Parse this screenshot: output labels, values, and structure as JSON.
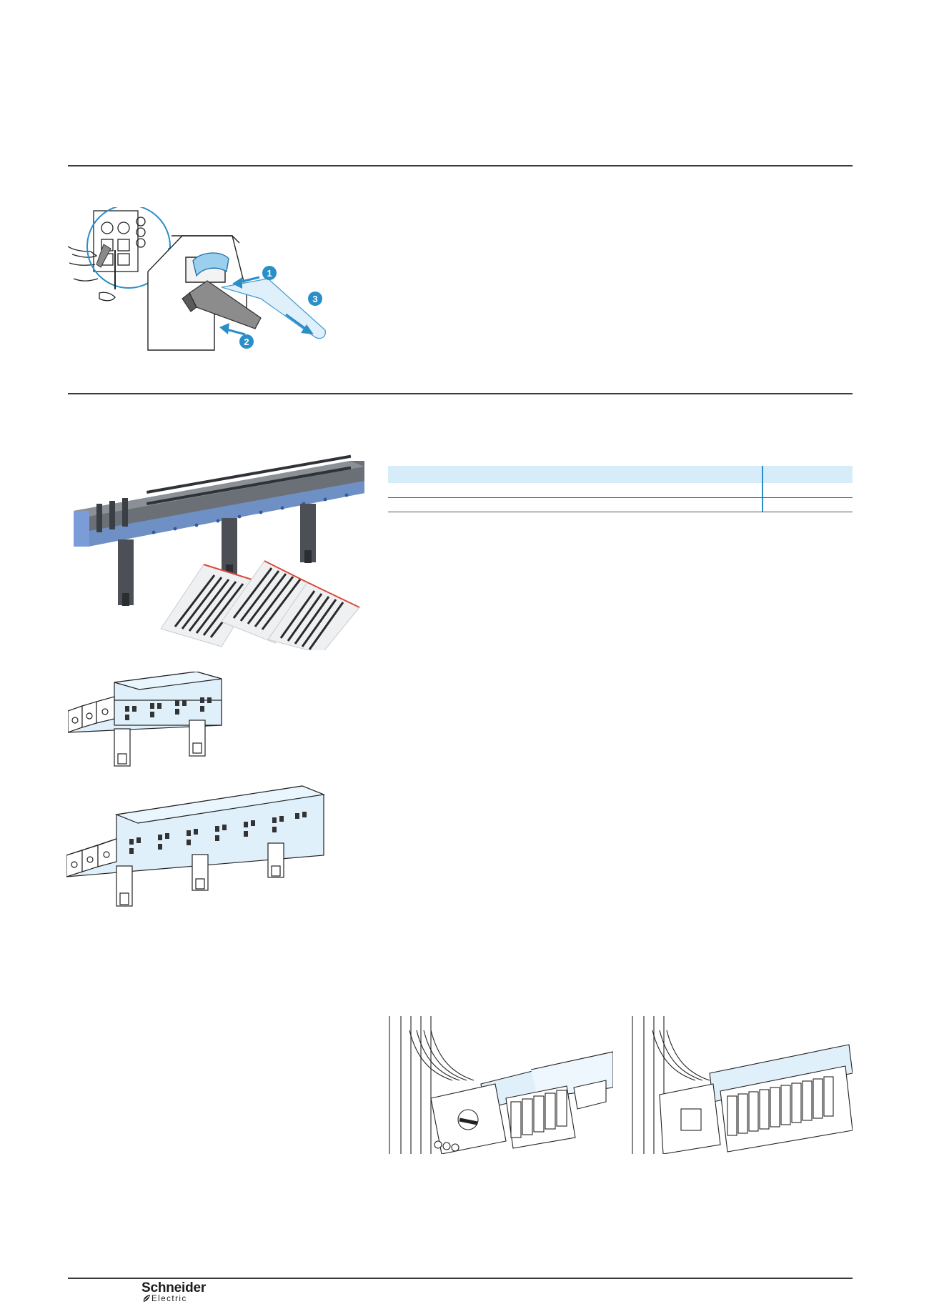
{
  "brand": {
    "name": "Schneider",
    "sub": "Electric"
  },
  "figure_callouts": [
    "1",
    "2",
    "3"
  ],
  "colors": {
    "accent_blue": "#2a8ec8",
    "table_header": "#d6ecf9",
    "rule": "#3a3a3a"
  },
  "icons": {
    "brand_mark": "schneider-leaf-icon"
  }
}
